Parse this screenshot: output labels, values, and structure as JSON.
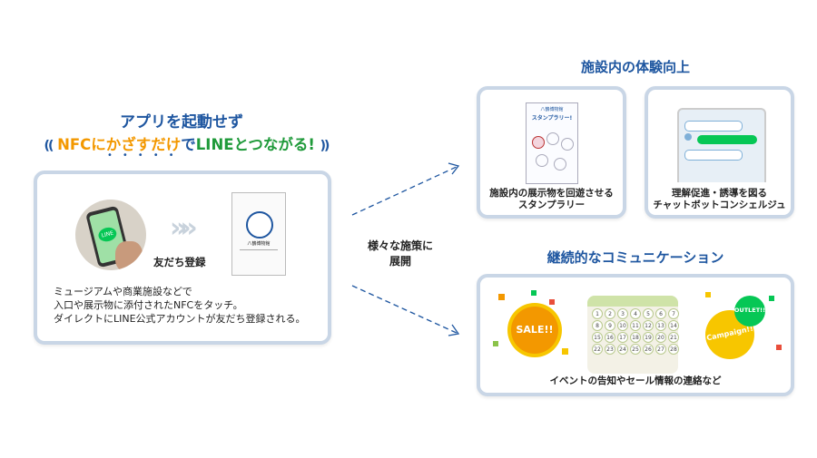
{
  "left": {
    "title_line1": "アプリを起動せず",
    "title_line2_part1": "NFCにかざすだけ",
    "title_line2_part2": "で",
    "title_line2_part3": "LINEとつながる!",
    "friend_label": "友だち登録",
    "phone_screen_text": "LINE",
    "desc_line1": "ミュージアムや商業施設などで",
    "desc_line2": "入口や展示物に添付されたNFCをタッチ。",
    "desc_line3": "ダイレクトにLINE公式アカウントが友だち登録される。",
    "screen_title": "八鶴博物館"
  },
  "middle": {
    "label_line1": "様々な施策に",
    "label_line2": "展開"
  },
  "top_right": {
    "heading": "施設内の体験向上",
    "card1_screen_title": "八鶴博物館",
    "card1_screen_heading": "スタンプラリー!",
    "card1_line1": "施設内の展示物を回遊させる",
    "card1_line2": "スタンプラリー",
    "card2_line1": "理解促進・誘導を図る",
    "card2_line2": "チャットボットコンシェルジュ"
  },
  "bottom_right": {
    "heading": "継続的なコミュニケーション",
    "caption": "イベントの告知やセール情報の連絡など",
    "sale_text": "SALE!!",
    "outlet_text": "OUTLET!!",
    "campaign_text": "Campaign!!",
    "calendar_days": [
      "1",
      "2",
      "3",
      "4",
      "5",
      "6",
      "7",
      "8",
      "9",
      "10",
      "11",
      "12",
      "13",
      "14",
      "15",
      "16",
      "17",
      "18",
      "19",
      "20",
      "21",
      "22",
      "23",
      "24",
      "25",
      "26",
      "27",
      "28"
    ]
  },
  "colors": {
    "heading_blue": "#1e56a0",
    "nfc_orange": "#f39800",
    "line_green": "#06c755",
    "card_border": "#c9d6e6"
  }
}
